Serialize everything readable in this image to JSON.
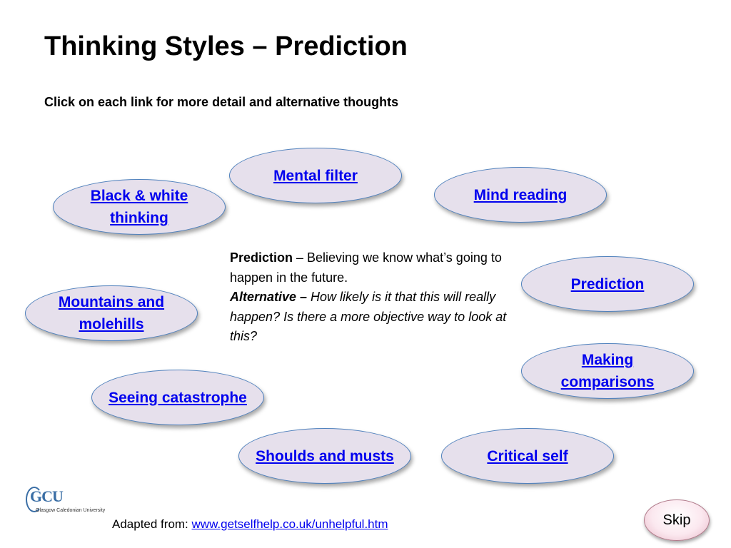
{
  "page": {
    "title": "Thinking Styles – Prediction",
    "subtitle": "Click on each link for more detail and alternative thoughts"
  },
  "links": {
    "mental_filter": "Mental filter",
    "mind_reading": "Mind reading",
    "black_white": "Black & white thinking",
    "prediction": "Prediction",
    "mountains": "Mountains and molehills",
    "making_comparisons": "Making comparisons",
    "seeing_catastrophe": "Seeing catastrophe",
    "shoulds_musts": "Shoulds and musts",
    "critical_self": "Critical self"
  },
  "description": {
    "term": "Prediction",
    "definition": " – Believing we know what’s going to happen in the future.",
    "alt_label": "Alternative –",
    "alt_text": " How likely is it that this will really happen? Is there a more objective way to look at this?"
  },
  "logo": {
    "name": "GCU",
    "subtext": "Glasgow Caledonian University"
  },
  "footer": {
    "prefix": "Adapted from: ",
    "link_text": "www.getselfhelp.co.uk/unhelpful.htm"
  },
  "skip_label": "Skip",
  "colors": {
    "ellipse_fill": "#e6e0ec",
    "ellipse_border": "#4f81bd",
    "link": "#0000ee",
    "logo": "#3a6ea5"
  }
}
